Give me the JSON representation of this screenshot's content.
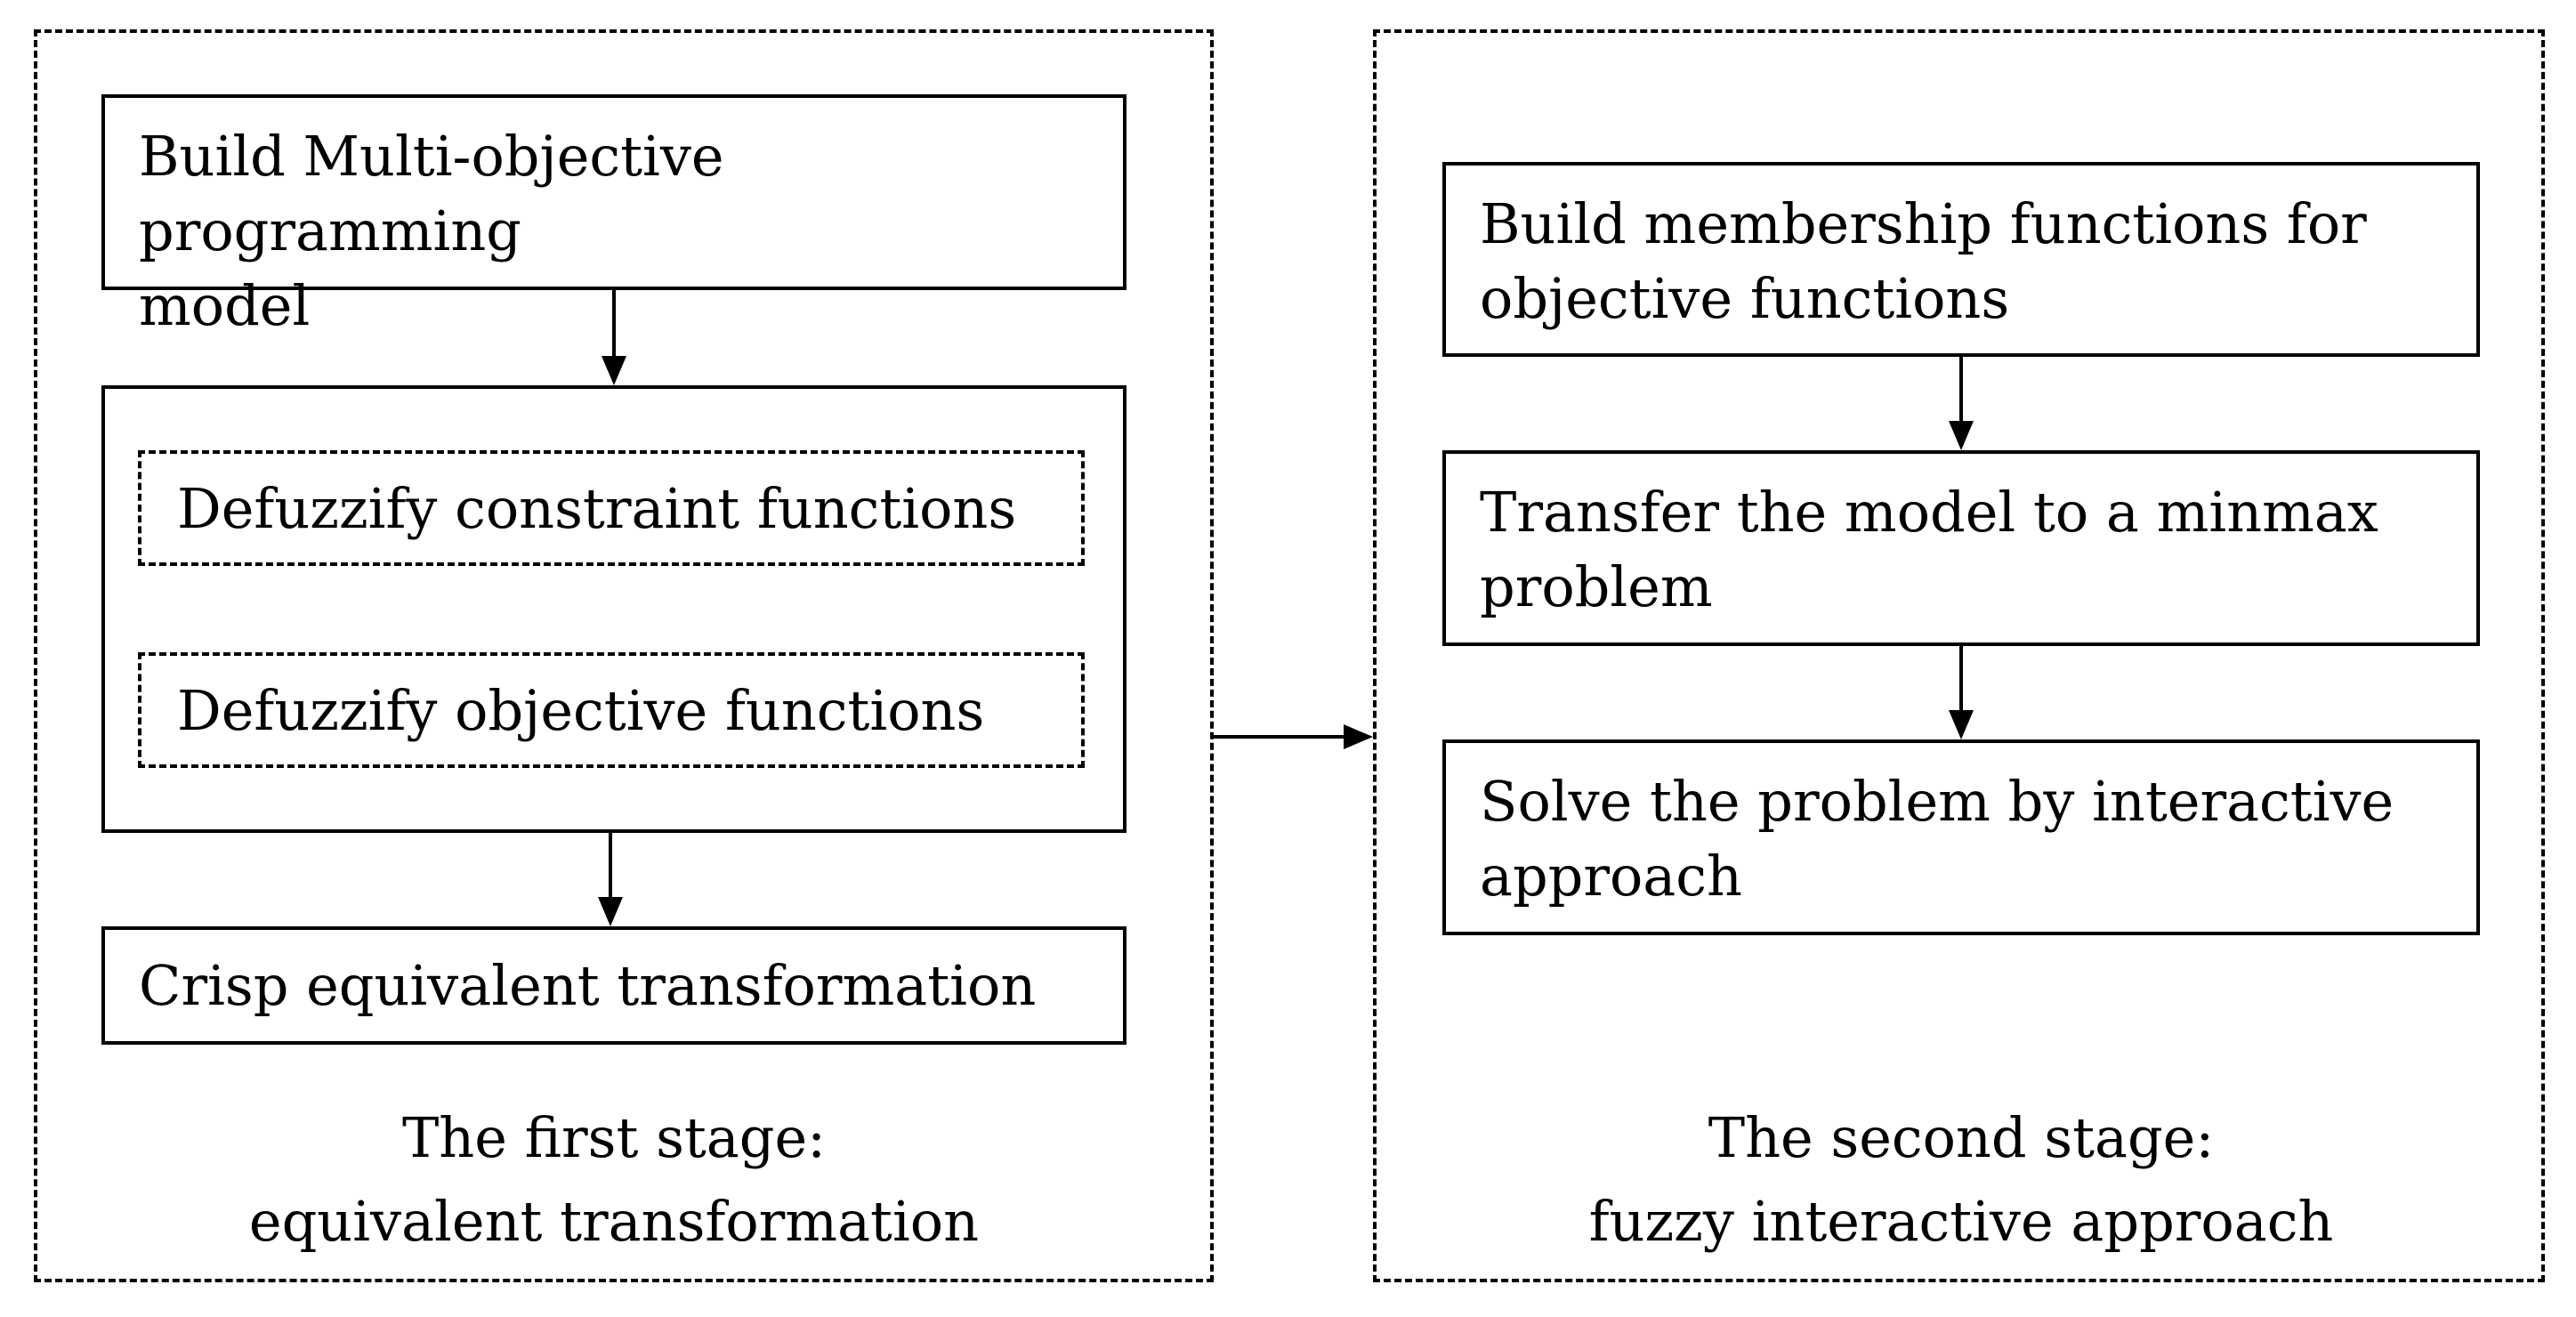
{
  "stage1": {
    "boxes": [
      {
        "line1": "Build Multi-objective programming",
        "line2": "model"
      },
      {
        "sub1": "Defuzzify constraint functions",
        "sub2": "Defuzzify objective functions"
      },
      {
        "line1": "Crisp equivalent transformation"
      }
    ],
    "caption": {
      "line1": "The first stage:",
      "line2": "equivalent transformation"
    }
  },
  "stage2": {
    "boxes": [
      {
        "line1": "Build membership functions for",
        "line2": "objective functions"
      },
      {
        "line1": "Transfer the model to a minmax",
        "line2": "problem"
      },
      {
        "line1": "Solve the problem by interactive",
        "line2": "approach"
      }
    ],
    "caption": {
      "line1": "The second stage:",
      "line2": "fuzzy interactive approach"
    }
  }
}
